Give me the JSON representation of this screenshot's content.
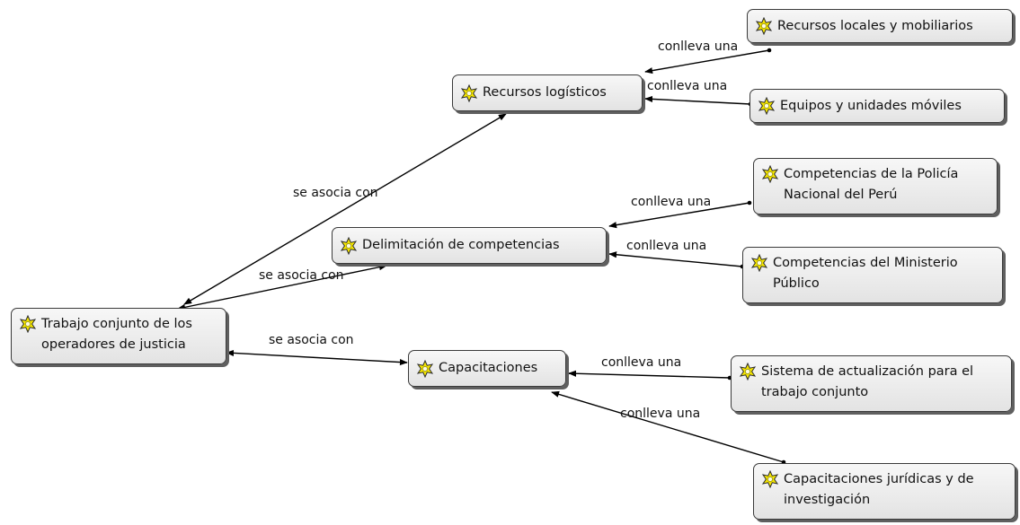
{
  "nodes": {
    "trabajo": "Trabajo conjunto de los\noperadores de justicia",
    "recursos": "Recursos logísticos",
    "delimitacion": "Delimitación de competencias",
    "capacitaciones": "Capacitaciones",
    "locales": "Recursos locales y mobiliarios",
    "equipos": "Equipos y unidades móviles",
    "policia": "Competencias de la Policía\nNacional del Perú",
    "ministerio": "Competencias del Ministerio\nPúblico",
    "sistema": "Sistema de actualización para el\ntrabajo conjunto",
    "juridicas": "Capacitaciones jurídicas y de\ninvestigación"
  },
  "edge_labels": {
    "asocia_recursos": "se asocia con",
    "asocia_delimitacion": "se asocia con",
    "asocia_capacitaciones": "se asocia con",
    "conlleva_locales": "conlleva una",
    "conlleva_equipos": "conlleva una",
    "conlleva_policia": "conlleva una",
    "conlleva_ministerio": "conlleva una",
    "conlleva_sistema": "conlleva una",
    "conlleva_juridicas": "conlleva una"
  },
  "icon": "concept-star-icon",
  "colors": {
    "node_border": "#3a3a3a",
    "icon_fill": "#f5e600",
    "edge": "#000000"
  }
}
